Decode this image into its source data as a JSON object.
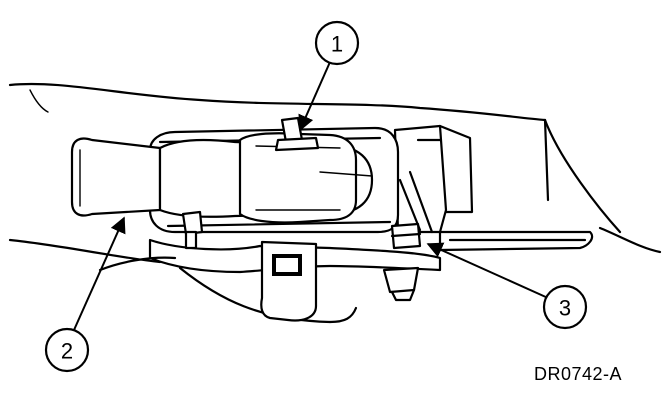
{
  "callouts": [
    {
      "number": "1"
    },
    {
      "number": "2"
    },
    {
      "number": "3"
    }
  ],
  "reference_code": "DR0742-A"
}
